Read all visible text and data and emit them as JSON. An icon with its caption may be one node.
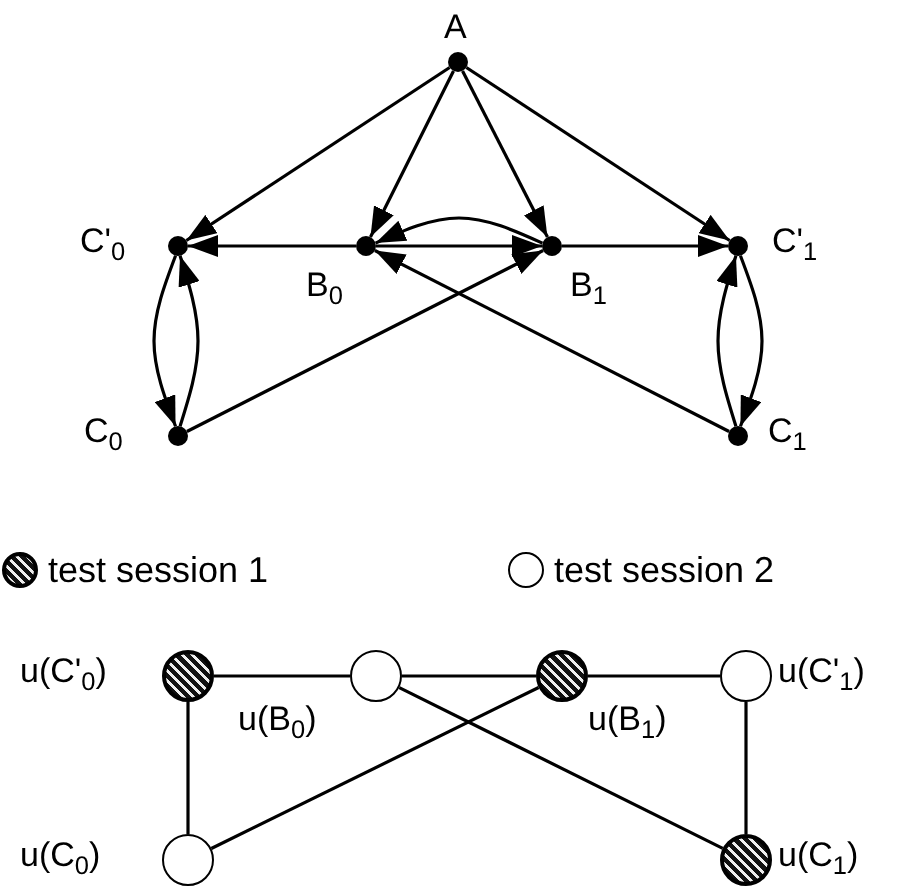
{
  "diagram": {
    "nodes": [
      {
        "text": [],
        "shape": "circle",
        "beside": [
          "A"
        ]
      },
      {
        "text": [],
        "shape": "circle",
        "beside": [
          "C'$_{0}$"
        ]
      },
      {
        "text": [],
        "shape": "circle",
        "beside": [
          "B$_{0}$"
        ]
      },
      {
        "text": [],
        "shape": "circle",
        "beside": [
          "B$_{1}$"
        ]
      },
      {
        "text": [],
        "shape": "circle",
        "beside": [
          "C'$_{1}$"
        ]
      },
      {
        "text": [],
        "shape": "circle",
        "beside": [
          "C$_{0}$"
        ]
      },
      {
        "text": [],
        "shape": "circle",
        "beside": [
          "C$_{1}$"
        ]
      },
      {
        "text": [],
        "shape": "circle",
        "beside": [
          "u(C'$_{0}$)"
        ]
      },
      {
        "text": [],
        "shape": "circle",
        "beside": [
          "u(B$_{0}$)"
        ]
      },
      {
        "text": [],
        "shape": "circle",
        "beside": [
          "u(B$_{1}$)"
        ]
      },
      {
        "text": [],
        "shape": "circle",
        "beside": [
          "u(C'$_{1}$)"
        ]
      },
      {
        "text": [],
        "shape": "circle",
        "beside": [
          "u(C$_{0}$)"
        ]
      },
      {
        "text": [],
        "shape": "circle",
        "beside": [
          "u(C$_{1}$)"
        ]
      }
    ],
    "edges": [
      {
        "from": 0,
        "to": 1,
        "arrow": "to"
      },
      {
        "from": 0,
        "to": 2,
        "arrow": "to"
      },
      {
        "from": 0,
        "to": 3,
        "arrow": "to"
      },
      {
        "from": 0,
        "to": 4,
        "arrow": "to"
      },
      {
        "from": 2,
        "to": 1,
        "arrow": "to"
      },
      {
        "from": 2,
        "to": 3,
        "arrow": "to"
      },
      {
        "from": 3,
        "to": 2,
        "arrow": "to"
      },
      {
        "from": 3,
        "to": 4,
        "arrow": "to"
      },
      {
        "from": 1,
        "to": 5,
        "arrow": "to"
      },
      {
        "from": 5,
        "to": 1,
        "arrow": "to"
      },
      {
        "from": 5,
        "to": 3,
        "arrow": "to"
      },
      {
        "from": 6,
        "to": 2,
        "arrow": "to"
      },
      {
        "from": 4,
        "to": 6,
        "arrow": "to"
      },
      {
        "from": 6,
        "to": 4,
        "arrow": "to"
      },
      {
        "from": 7,
        "to": 8,
        "arrow": "none"
      },
      {
        "from": 8,
        "to": 9,
        "arrow": "none"
      },
      {
        "from": 9,
        "to": 10,
        "arrow": "none"
      },
      {
        "from": 7,
        "to": 11,
        "arrow": "none"
      },
      {
        "from": 10,
        "to": 12,
        "arrow": "none"
      },
      {
        "from": 11,
        "to": 9,
        "arrow": "none"
      },
      {
        "from": 8,
        "to": 12,
        "arrow": "none"
      }
    ],
    "legend": [
      {
        "text": "test session 1"
      },
      {
        "text": "test session 2"
      }
    ]
  }
}
